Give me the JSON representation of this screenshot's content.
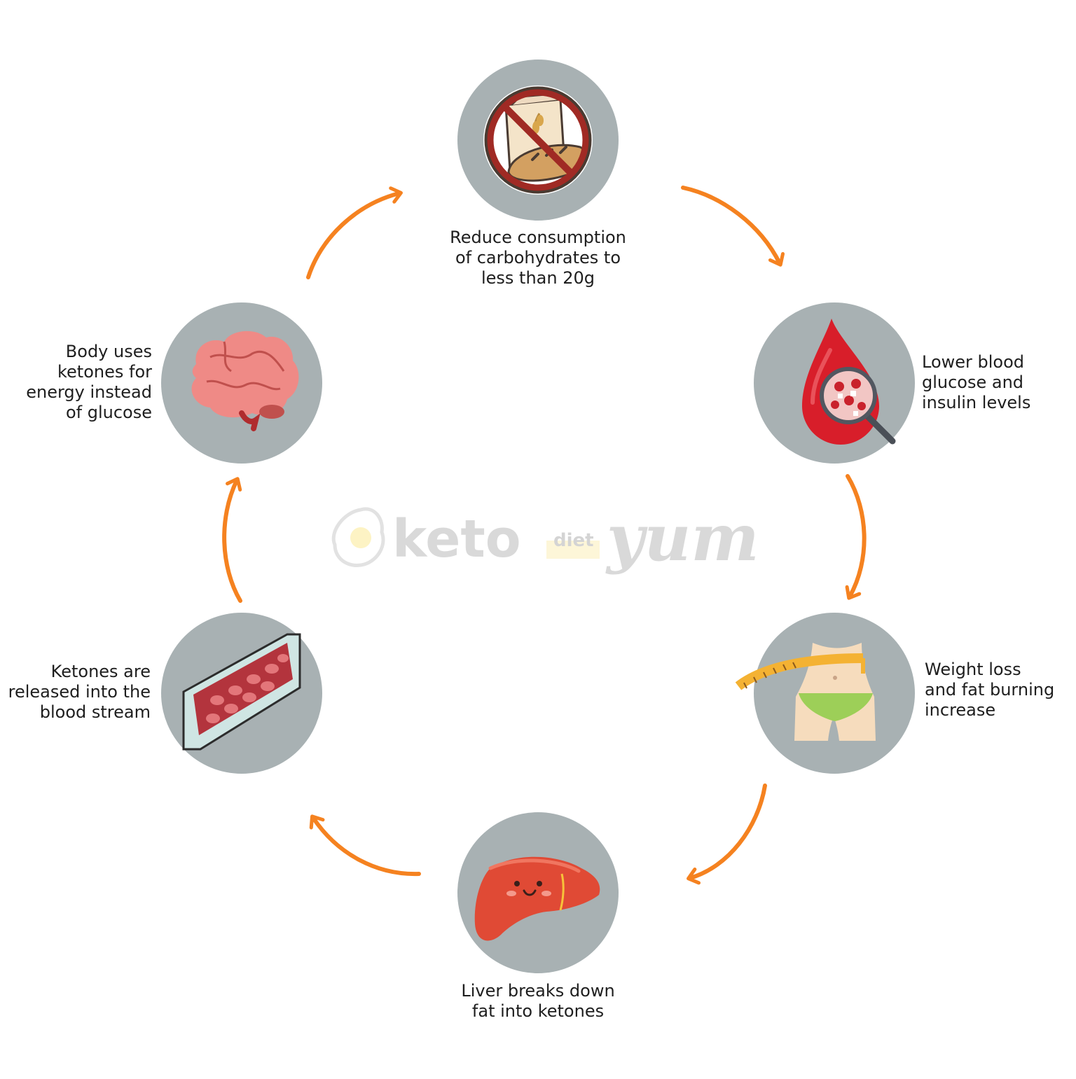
{
  "colors": {
    "circle": "#a8b1b3",
    "arrow": "#f58220",
    "watermark": "#d9d9d9",
    "text": "#1e1e1e"
  },
  "watermark": {
    "brand_main": "keto",
    "brand_small": "diet",
    "brand_script": "yum"
  },
  "steps": [
    {
      "icon": "no-carbs-icon",
      "lines": [
        "Reduce consumption",
        "of carbohydrates to",
        "less than 20g"
      ]
    },
    {
      "icon": "blood-drop-icon",
      "lines": [
        "Lower blood",
        "glucose and",
        "insulin levels"
      ]
    },
    {
      "icon": "waist-measure-icon",
      "lines": [
        "Weight loss",
        "and fat burning",
        "increase"
      ]
    },
    {
      "icon": "liver-icon",
      "lines": [
        "Liver breaks down",
        "fat into ketones"
      ]
    },
    {
      "icon": "blood-vessel-icon",
      "lines": [
        "Ketones are",
        "released into the",
        "blood stream"
      ]
    },
    {
      "icon": "brain-icon",
      "lines": [
        "Body uses",
        "ketones for",
        "energy instead",
        "of glucose"
      ]
    }
  ]
}
